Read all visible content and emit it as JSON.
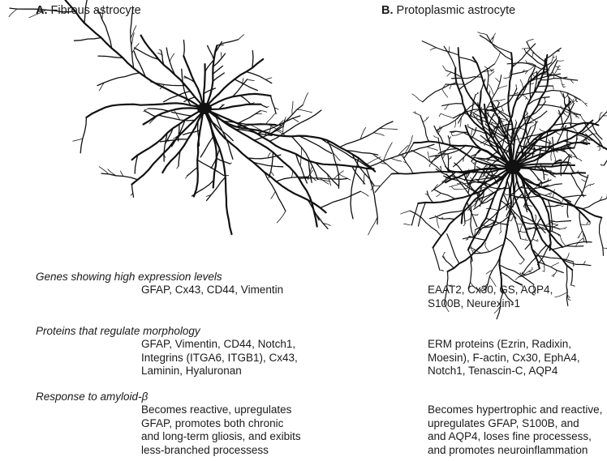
{
  "panels": {
    "a": {
      "letter": "A.",
      "title": "Fibrous astrocyte"
    },
    "b": {
      "letter": "B.",
      "title": "Protoplasmic astrocyte"
    }
  },
  "sections": {
    "genes": {
      "label": "Genes showing high expression levels",
      "fibrous": "GFAP, Cx43, CD44, Vimentin",
      "protoplasmic": "EAAT2, Cx30, GS, AQP4,\nS100B, Neurexin-1"
    },
    "morphology": {
      "label": "Proteins that regulate morphology",
      "fibrous": "GFAP, Vimentin, CD44, Notch1,\nIntegrins (ITGA6, ITGB1), Cx43,\nLaminin, Hyaluronan",
      "protoplasmic": "ERM proteins (Ezrin, Radixin,\nMoesin), F-actin, Cx30, EphA4,\nNotch1, Tenascin-C, AQP4"
    },
    "amyloid": {
      "label": "Response to amyloid-β",
      "fibrous": "Becomes reactive, upregulates\nGFAP, promotes both chronic\nand long-term gliosis, and exibits\nless-branched processess",
      "protoplasmic": "Becomes hypertrophic and reactive,\nupregulates GFAP, S100B, and\nand AQP4, loses fine processess,\nand promotes neuroinflammation"
    }
  }
}
